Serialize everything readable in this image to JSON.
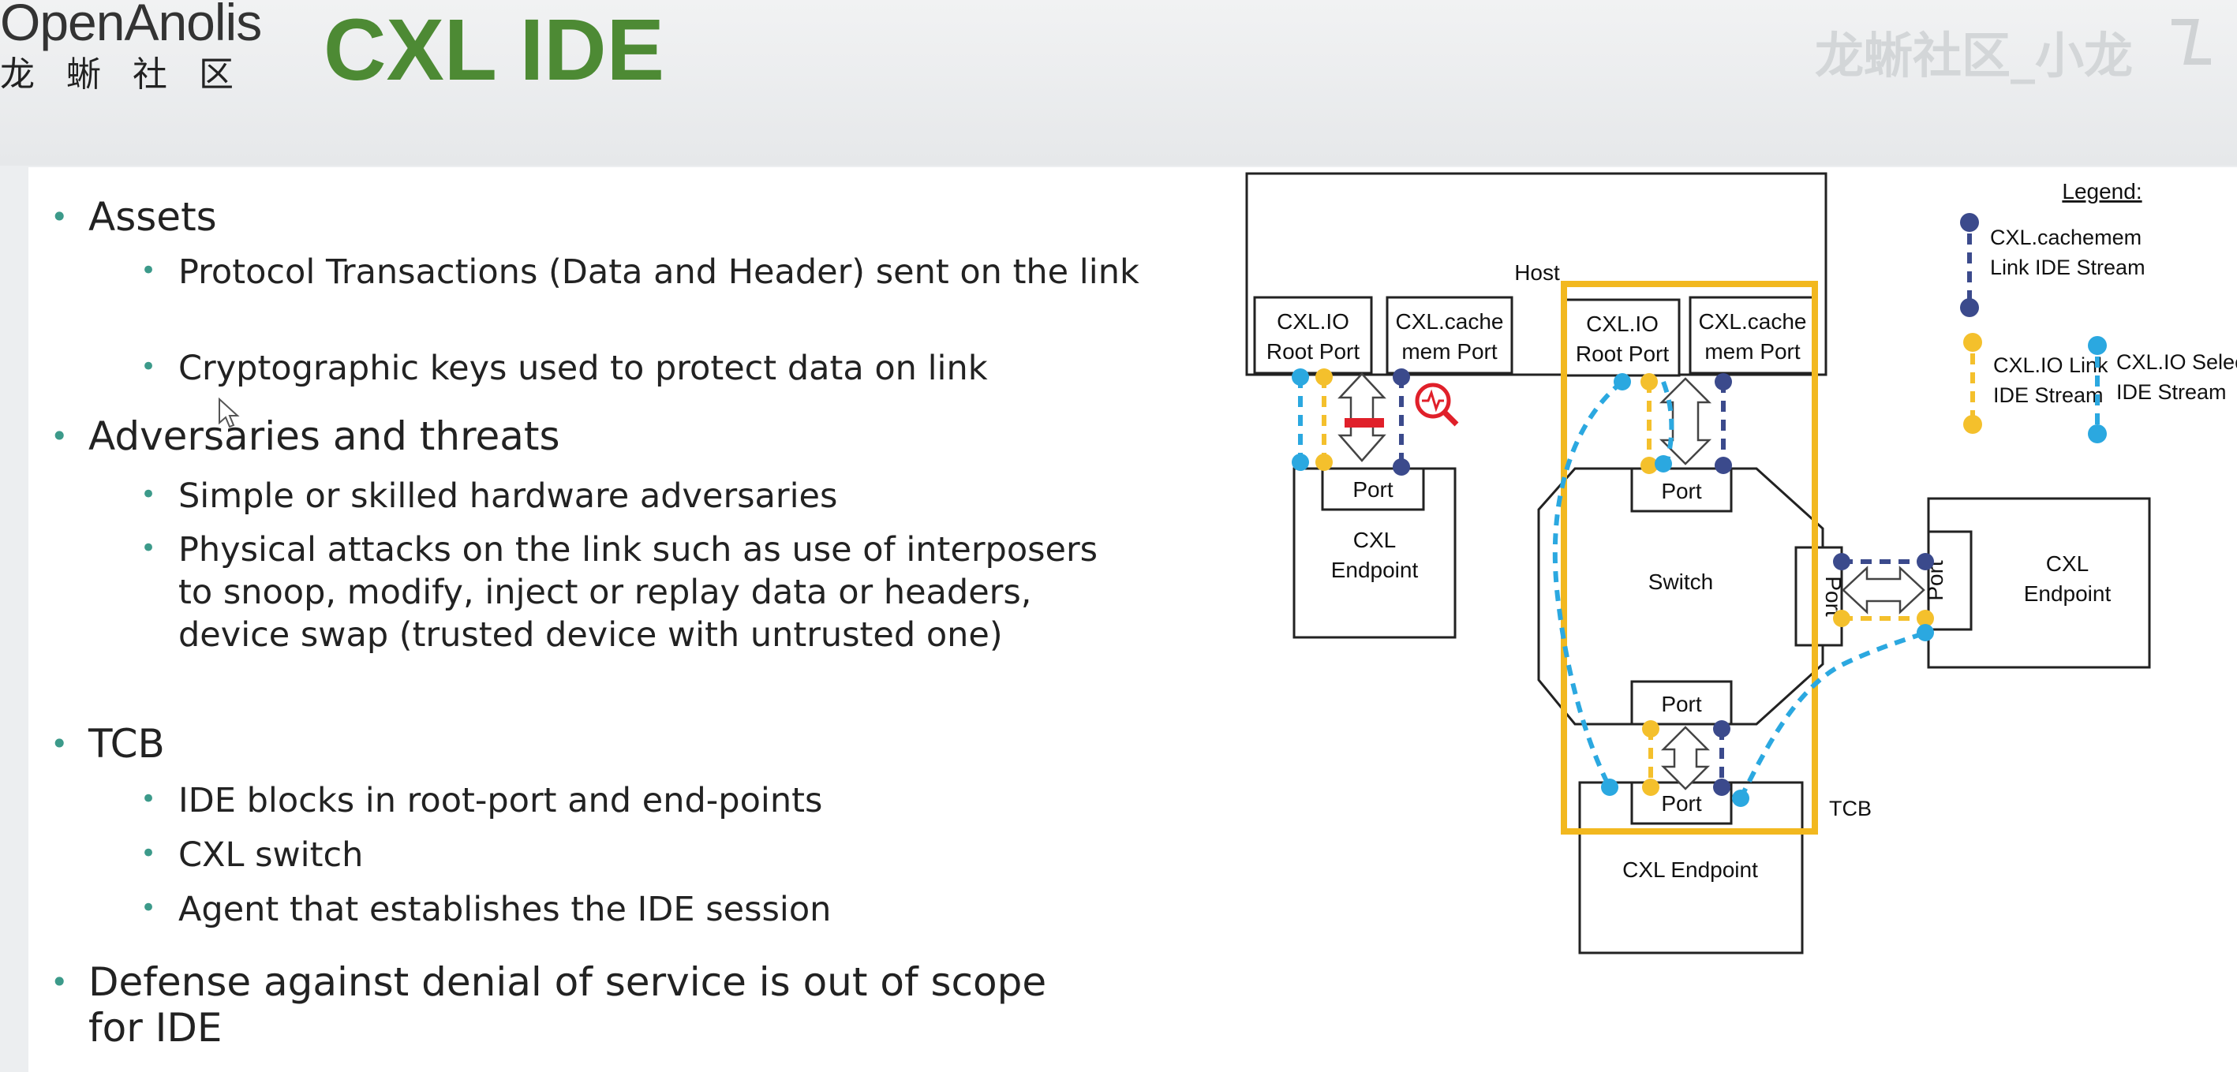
{
  "header": {
    "logo_en": "OpenAnolis",
    "logo_cn": "龙蜥社区",
    "title": "CXL IDE",
    "watermark": "龙蜥社区_小龙"
  },
  "bullets": [
    {
      "text": "Assets",
      "children": [
        "Protocol Transactions (Data and Header) sent on the link",
        "Cryptographic keys used to protect data on link"
      ]
    },
    {
      "text": "Adversaries and threats",
      "children": [
        "Simple or skilled hardware adversaries",
        "Physical attacks on the link such as use of interposers to snoop, modify, inject or replay data or headers, device swap (trusted device with untrusted one)"
      ]
    },
    {
      "text": "TCB",
      "children": [
        "IDE blocks in root-port and end-points",
        "CXL switch",
        "Agent that establishes the IDE session"
      ]
    },
    {
      "text": "Defense against denial of service is out of scope for IDE",
      "children": []
    }
  ],
  "diagram": {
    "host": "Host",
    "root_port_1": [
      "CXL.IO",
      "Root Port"
    ],
    "cache_port_1": [
      "CXL.cache",
      "mem Port"
    ],
    "root_port_2": [
      "CXL.IO",
      "Root Port"
    ],
    "cache_port_2": [
      "CXL.cache",
      "mem Port"
    ],
    "port": "Port",
    "endpoint_left": [
      "CXL",
      "Endpoint"
    ],
    "switch": "Switch",
    "switch_right_port": "Port",
    "endpoint_right_port": "Port",
    "endpoint_right": [
      "CXL",
      "Endpoint"
    ],
    "endpoint_bottom": "CXL Endpoint",
    "tcb": "TCB",
    "legend_title": "Legend:",
    "legend_cachemem": [
      "CXL.cachemem",
      "Link IDE Stream"
    ],
    "legend_io_link": [
      "CXL.IO Link",
      "IDE Stream"
    ],
    "legend_io_selective": [
      "CXL.IO Selective",
      "IDE Stream"
    ],
    "colors": {
      "cachemem": "#3b4a8c",
      "io_link": "#f4c02c",
      "io_selective": "#2ba8e0",
      "tcb_box": "#f2b81f",
      "alert": "#e0202a"
    }
  }
}
